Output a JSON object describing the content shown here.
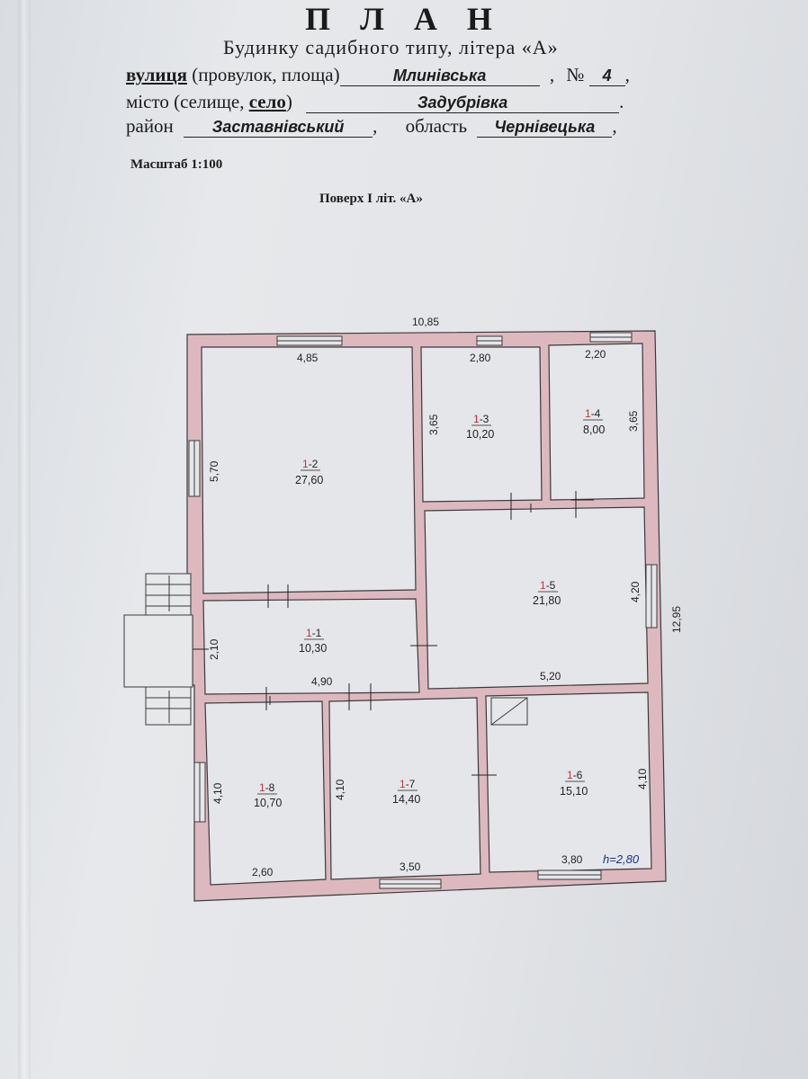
{
  "header": {
    "title": "П Л А Н",
    "subtitle": "Будинку садибного типу, літера «А»",
    "street_label_bold": "вулиця",
    "street_label_rest": "(провулок, площа)",
    "street_value": "Млинівська",
    "number_label": "№",
    "number_value": "4",
    "city_label_start": "місто  (селище,",
    "city_label_bold": "село",
    "city_label_end": ")",
    "city_value": "Задубрівка",
    "district_label": "район",
    "district_value": "Заставнівський",
    "region_label": "область",
    "region_value": "Чернівецька"
  },
  "scale_label": "Масштаб 1:100",
  "floor_label": "Поверх  І   літ. «А»",
  "plan": {
    "overall_width": "10,85",
    "overall_depth": "12,95",
    "rooms": [
      {
        "id_prefix": "1",
        "id_suffix": "-2",
        "area": "27,60"
      },
      {
        "id_prefix": "1",
        "id_suffix": "-3",
        "area": "10,20"
      },
      {
        "id_prefix": "1",
        "id_suffix": "-4",
        "area": "8,00"
      },
      {
        "id_prefix": "1",
        "id_suffix": "-5",
        "area": "21,80"
      },
      {
        "id_prefix": "1",
        "id_suffix": "-1",
        "area": "10,30"
      },
      {
        "id_prefix": "1",
        "id_suffix": "-8",
        "area": "10,70"
      },
      {
        "id_prefix": "1",
        "id_suffix": "-7",
        "area": "14,40"
      },
      {
        "id_prefix": "1",
        "id_suffix": "-6",
        "area": "15,10"
      }
    ],
    "dimensions": {
      "r2_width": "4,85",
      "r2_depth": "5,70",
      "r3_width": "2,80",
      "r3_depth": "3,65",
      "r4_width": "2,20",
      "r4_depth": "3,65",
      "r5_depth": "4,20",
      "r5_width": "5,20",
      "r1_depth": "2,10",
      "r1_width": "4,90",
      "r8_depth": "4,10",
      "r8_width": "2,60",
      "r7_depth": "4,10",
      "r7_width": "3,50",
      "r6_depth": "4,10",
      "r6_width": "3,80"
    },
    "handwritten_height": "h=2,80"
  },
  "colors": {
    "wall_fill": "#ddb9bf",
    "wall_stroke": "#3a3a3a",
    "room_id_red": "#c0303a",
    "ink_blue": "#1b2f8a"
  }
}
